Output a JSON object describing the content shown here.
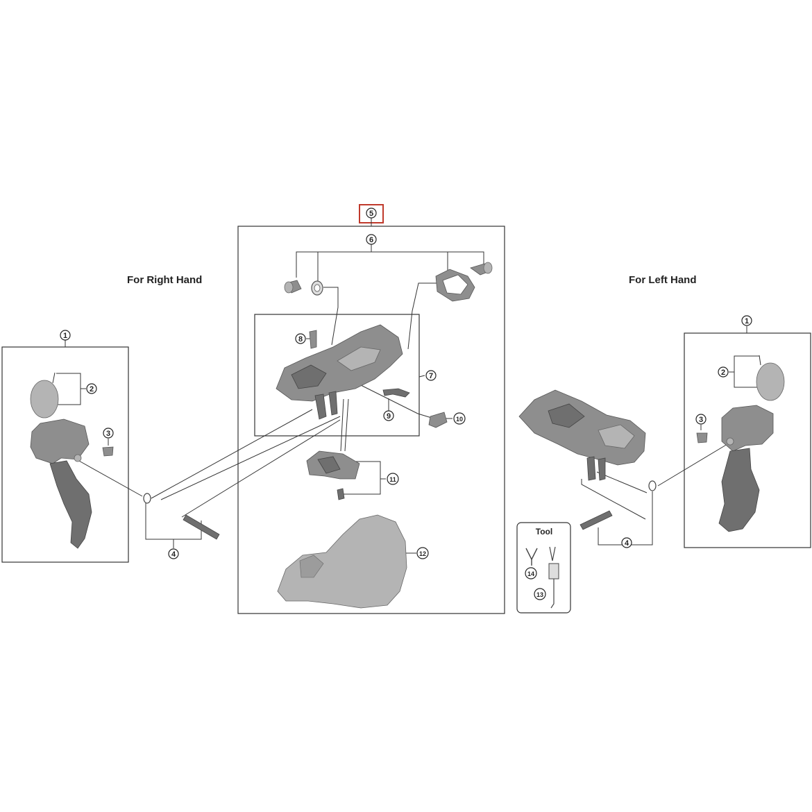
{
  "labels": {
    "right_hand": "For Right Hand",
    "left_hand": "For Left Hand",
    "tool": "Tool"
  },
  "callouts": [
    "1",
    "2",
    "3",
    "4",
    "5",
    "6",
    "7",
    "8",
    "9",
    "10",
    "11",
    "12",
    "13",
    "14"
  ],
  "colors": {
    "line": "#333333",
    "part": "#8e8e8e",
    "highlight": "#c0392b"
  }
}
